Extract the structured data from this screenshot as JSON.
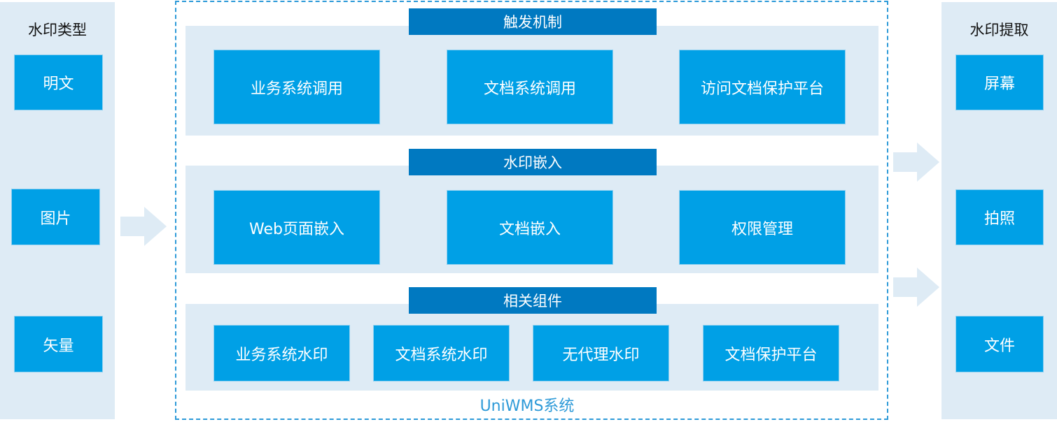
{
  "left": {
    "title": "水印类型",
    "items": [
      "明文",
      "图片",
      "矢量"
    ]
  },
  "right": {
    "title": "水印提取",
    "items": [
      "屏幕",
      "拍照",
      "文件"
    ]
  },
  "system": {
    "label": "UniWMS系统",
    "sections": [
      {
        "title": "触发机制",
        "items": [
          "业务系统调用",
          "文档系统调用",
          "访问文档保护平台"
        ]
      },
      {
        "title": "水印嵌入",
        "items": [
          "Web页面嵌入",
          "文档嵌入",
          "权限管理"
        ]
      },
      {
        "title": "相关组件",
        "items": [
          "业务系统水印",
          "文档系统水印",
          "无代理水印",
          "文档保护平台"
        ]
      }
    ]
  },
  "colors": {
    "panel": "#deebf5",
    "box": "#00a0e6",
    "header": "#0079c1",
    "border": "#2d9ad8"
  }
}
